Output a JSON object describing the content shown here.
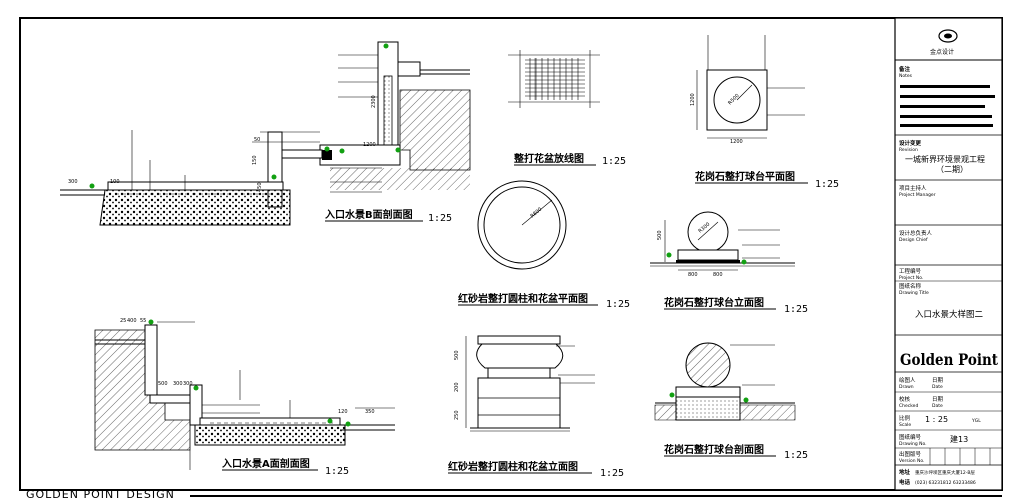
{
  "footer": {
    "brand": "GOLDEN POINT DESIGN"
  },
  "drawings": {
    "section_b": {
      "title": "入口水景B面剖面图",
      "scale": "1:25"
    },
    "flowerbox_pattern": {
      "title": "整打花盆放线图",
      "scale": "1:25"
    },
    "granite_ball_plan": {
      "title": "花岗石整打球台平面图",
      "scale": "1:25"
    },
    "sandstone_plan": {
      "title": "红砂岩整打圆柱和花盆平面图",
      "scale": "1:25"
    },
    "granite_ball_elevation": {
      "title": "花岗石整打球台立面图",
      "scale": "1:25"
    },
    "section_a": {
      "title": "入口水景A面剖面图",
      "scale": "1:25"
    },
    "sandstone_elevation": {
      "title": "红砂岩整打圆柱和花盆立面图",
      "scale": "1:25"
    },
    "granite_ball_section": {
      "title": "花岗石整打球台剖面图",
      "scale": "1:25"
    }
  },
  "title_block": {
    "logo_text": "金点设计",
    "notes_cn": "备注",
    "notes_en": "Notes",
    "revision_cn": "设计变更",
    "revision_en": "Revision",
    "project_name_line1": "一城新界环境景观工程",
    "project_name_line2": "（二期）",
    "pm_cn": "项目主持人",
    "pm_en": "Project Manager",
    "design_chief_cn": "设计总负责人",
    "design_chief_en": "Design Chief",
    "project_no_cn": "工程编号",
    "project_no_en": "Project No.",
    "drawing_title_cn": "图纸名称",
    "drawing_title_en": "Drawing Title",
    "drawing_title": "入口水景大样图二",
    "brand_logo": "Golden Point",
    "drawn_cn": "绘图人",
    "drawn_en": "Drawn",
    "date_cn": "日期",
    "date_en": "Date",
    "checked_cn": "校核",
    "checked_en": "Checked",
    "scale_cn": "比例",
    "scale_en": "Scale",
    "scale_value": "1 : 25",
    "scale_unit": "YGL",
    "drawing_no_cn": "图纸编号",
    "drawing_no_en": "Drawing No.",
    "drawing_no": "建13",
    "version_cn": "出图版号",
    "version_en": "Version No.",
    "address_cn": "地址",
    "address": "重庆沙坪坝区重庆大厦12-B层",
    "tel_cn": "电话",
    "tel": "(023) 63231812 63233486"
  },
  "dimensions": {
    "sb_1": "1200",
    "sb_2": "2300",
    "sb_3": "50",
    "sb_4": "150",
    "sb_5": "450",
    "sb_6": "100",
    "sb_7": "300",
    "sa_1": "25",
    "sa_2": "400",
    "sa_3": "55",
    "sa_4": "500",
    "sa_5": "300",
    "sa_6": "300",
    "sa_7": "120",
    "sa_8": "350",
    "gbp_1": "1200",
    "gbp_2": "1200",
    "gbp_3": "R500",
    "sp_1": "R800",
    "gbe_1": "800",
    "gbe_2": "800",
    "gbe_3": "500",
    "gbe_4": "R300",
    "se_1": "500",
    "se_2": "200",
    "se_3": "250"
  }
}
